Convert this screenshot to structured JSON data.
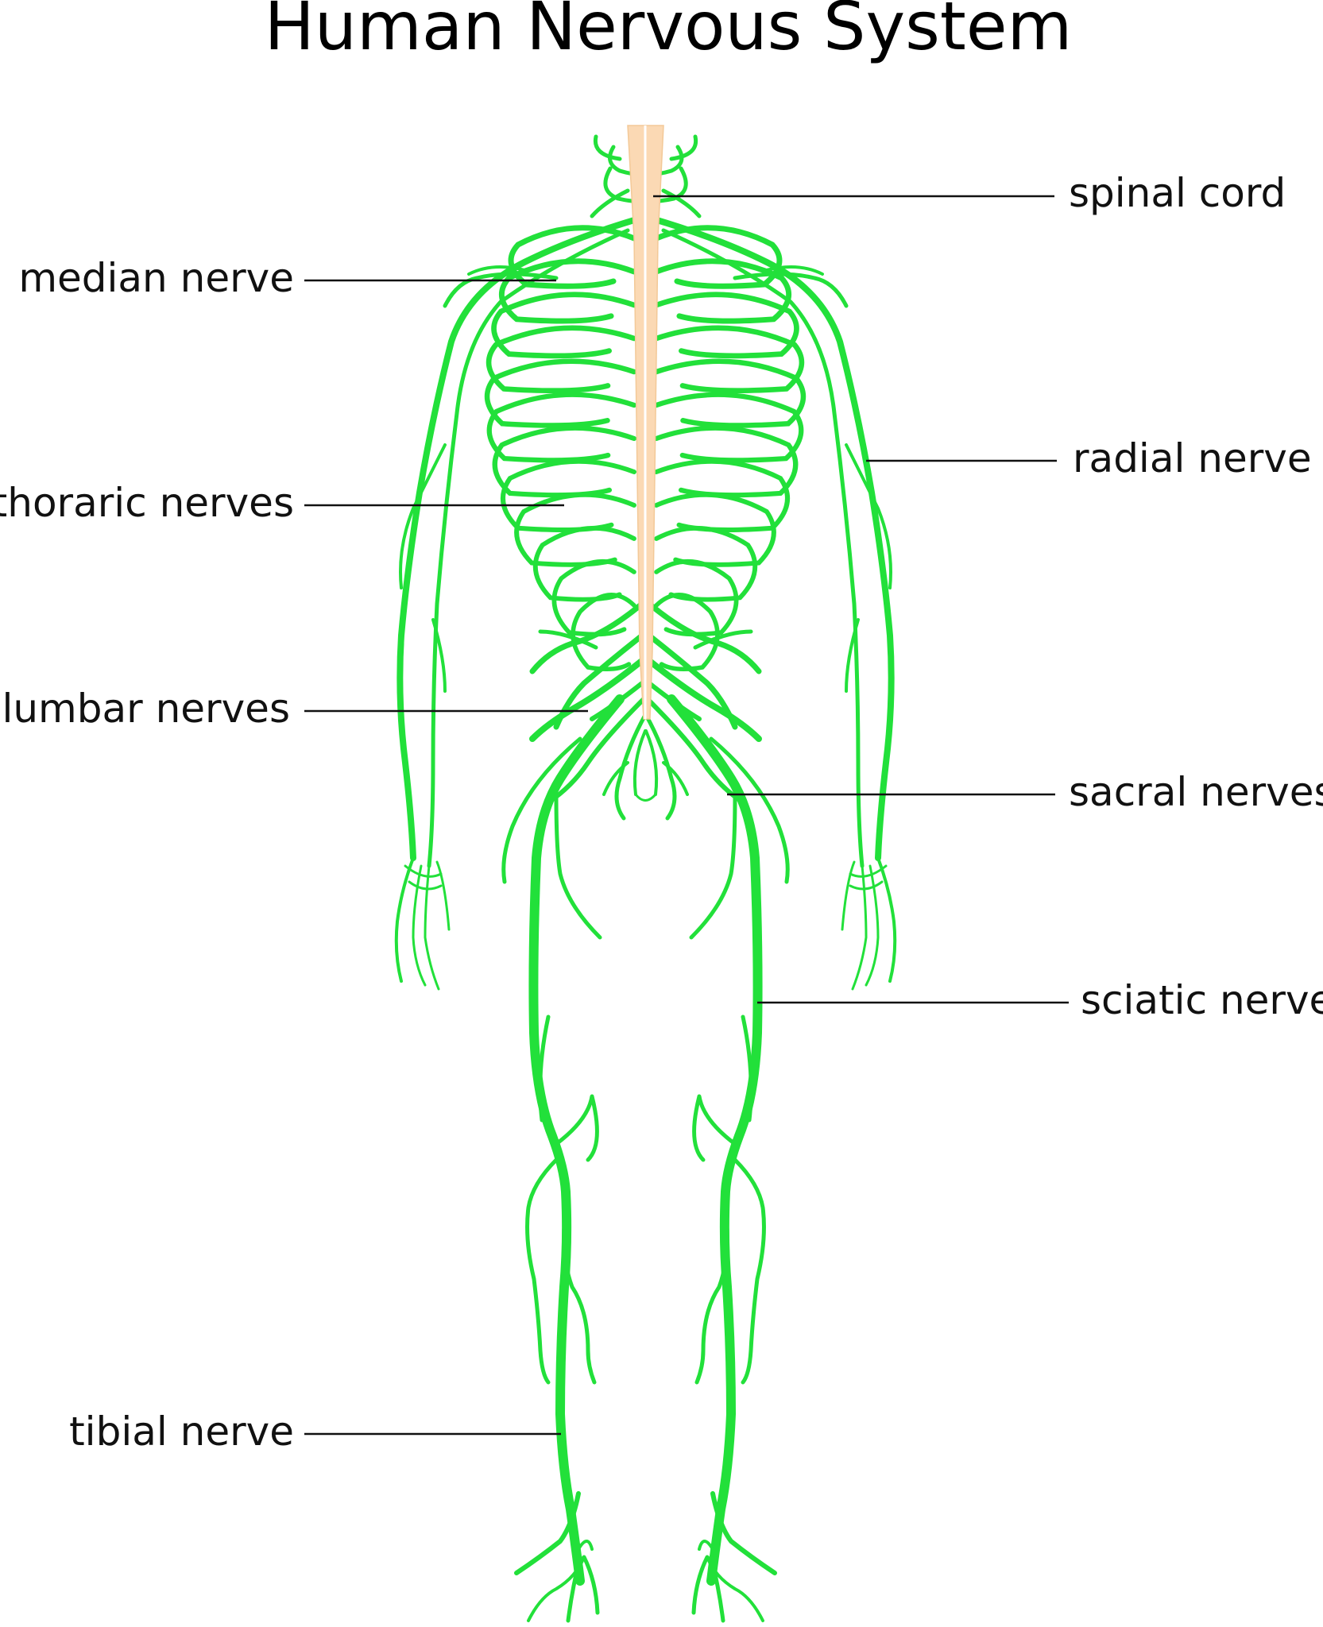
{
  "title": "Human Nervous System",
  "colors": {
    "nerve": "#22e03a",
    "spinal_cord": "#fbd9b4",
    "text": "#111111",
    "background": "#ffffff"
  },
  "labels": {
    "spinal_cord": "spinal cord",
    "median_nerve": "median nerve",
    "radial_nerve": "radial nerve",
    "thoraric_nerves": "thoraric nerves",
    "lumbar_nerves": "lumbar nerves",
    "sacral_nerves": "sacral nerves",
    "sciatic_nerve": "sciatic nerve",
    "tibial_nerve": "tibial nerve"
  }
}
